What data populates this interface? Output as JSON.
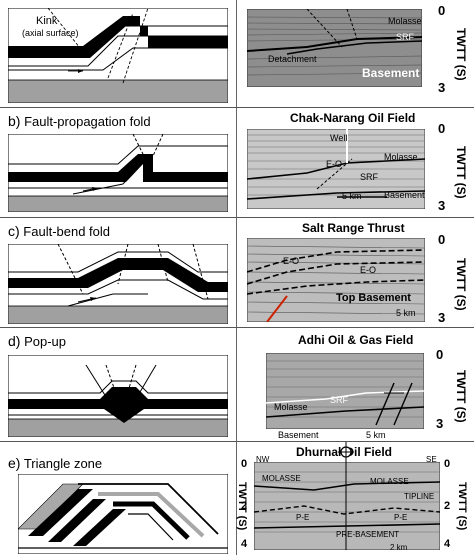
{
  "panels": [
    {
      "letter": "",
      "name": "",
      "annotation": "Kink",
      "annotation2": "(axial surface)",
      "field": "",
      "seismic_labels": [
        "Molasse",
        "SRF",
        "Detachment",
        "Basement"
      ],
      "ticks": [
        "0",
        "3"
      ],
      "axis": "TWTT (S)"
    },
    {
      "letter": "b)",
      "name": "Fault-propagation fold",
      "field": "Chak-Narang Oil Field",
      "seismic_labels": [
        "Well",
        "Molasse",
        "E-O",
        "SRF",
        "Basement"
      ],
      "scale": "5 km",
      "ticks": [
        "0",
        "3"
      ],
      "axis": "TWTT (S)"
    },
    {
      "letter": "c)",
      "name": "Fault-bend fold",
      "field": "Salt Range Thrust",
      "seismic_labels": [
        "E-O",
        "E-O",
        "Top Basement"
      ],
      "scale": "5 km",
      "ticks": [
        "0",
        "3"
      ],
      "axis": "TWTT (S)"
    },
    {
      "letter": "d)",
      "name": "Pop-up",
      "field": "Adhi Oil & Gas Field",
      "seismic_labels": [
        "Molasse",
        "SRF",
        "Basement"
      ],
      "scale": "5 km",
      "ticks": [
        "0",
        "3"
      ],
      "axis": "TWTT (S)"
    },
    {
      "letter": "e)",
      "name": "Triangle zone",
      "field": "Dhurnal Oil Field",
      "seismic_labels": [
        "NW",
        "SE",
        "MOLASSE",
        "MOLASSE",
        "TIPLINE",
        "P-E",
        "P-E",
        "PRE-BASEMENT"
      ],
      "scale": "2 km",
      "ticks": [
        "0",
        "2",
        "4",
        "0",
        "2",
        "4"
      ],
      "axis": "TWTT (S)"
    }
  ],
  "colors": {
    "bed": "#000000",
    "basement": "#a0a0a0",
    "seismic_bg": "#9a9a9a",
    "fault": "#000000",
    "thrust_red": "#cc2200"
  }
}
